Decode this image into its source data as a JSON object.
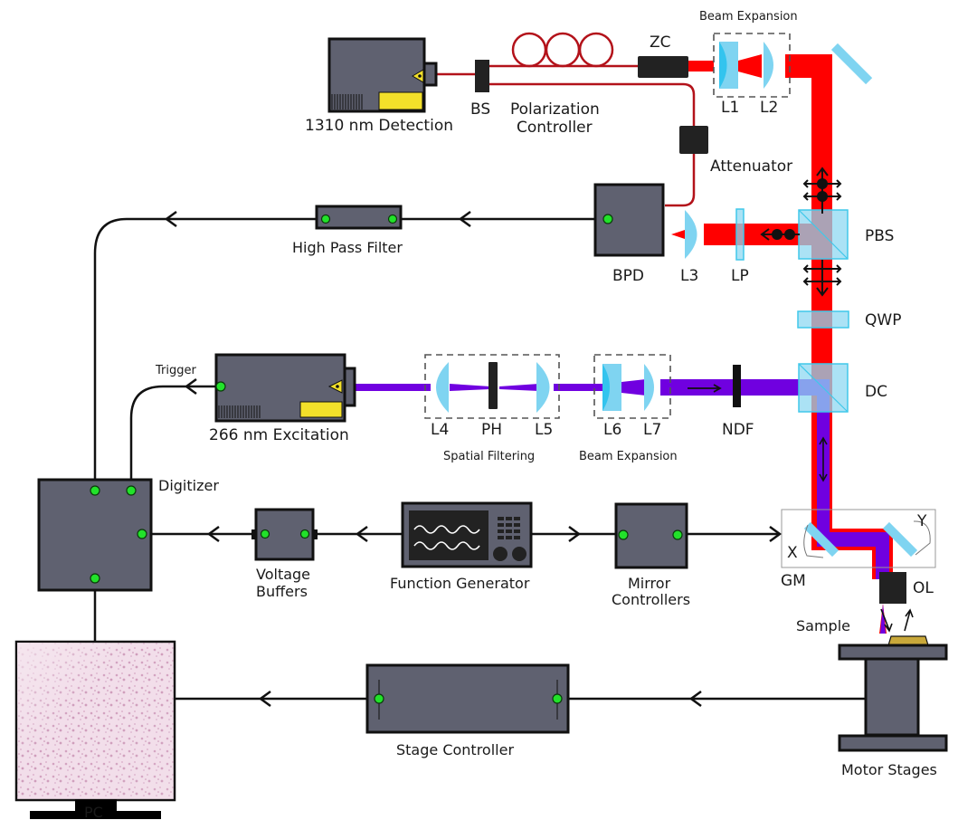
{
  "title": "Combined 266 nm excitation / 1310 nm detection optical scanning system schematic",
  "colors": {
    "detection_beam": "#ff0000",
    "excitation_beam": "#7000e0",
    "fiber": "#b3121a",
    "optics": "#7fd4f1",
    "instrument_body": "#5f6170",
    "connector_led": "#22e22a",
    "sample": "#c9a83a"
  },
  "lasers": {
    "detection": "1310 nm Detection",
    "excitation": "266 nm Excitation"
  },
  "fiber_path": {
    "bs": "BS",
    "polarization_controller_line1": "Polarization",
    "polarization_controller_line2": "Controller",
    "zc": "ZC",
    "attenuator": "Attenuator"
  },
  "detection_optics": {
    "group_label": "Beam Expansion",
    "l1": "L1",
    "l2": "L2",
    "pbs": "PBS",
    "qwp": "QWP",
    "lp": "LP",
    "l3": "L3",
    "bpd": "BPD"
  },
  "excitation_optics": {
    "l4": "L4",
    "ph": "PH",
    "l5": "L5",
    "spatial_filter_label": "Spatial Filtering",
    "l6": "L6",
    "l7": "L7",
    "beam_expansion_label": "Beam Expansion",
    "ndf": "NDF",
    "dc": "DC"
  },
  "scan_head": {
    "gm": "GM",
    "x_axis": "X",
    "y_axis": "Y",
    "ol": "OL",
    "sample": "Sample",
    "motor_stages": "Motor Stages"
  },
  "electronics": {
    "high_pass_filter": "High Pass Filter",
    "trigger": "Trigger",
    "digitizer": "Digitizer",
    "voltage_buffers_line1": "Voltage",
    "voltage_buffers_line2": "Buffers",
    "function_generator": "Function Generator",
    "mirror_controllers_line1": "Mirror",
    "mirror_controllers_line2": "Controllers",
    "stage_controller": "Stage Controller",
    "pc": "PC"
  }
}
